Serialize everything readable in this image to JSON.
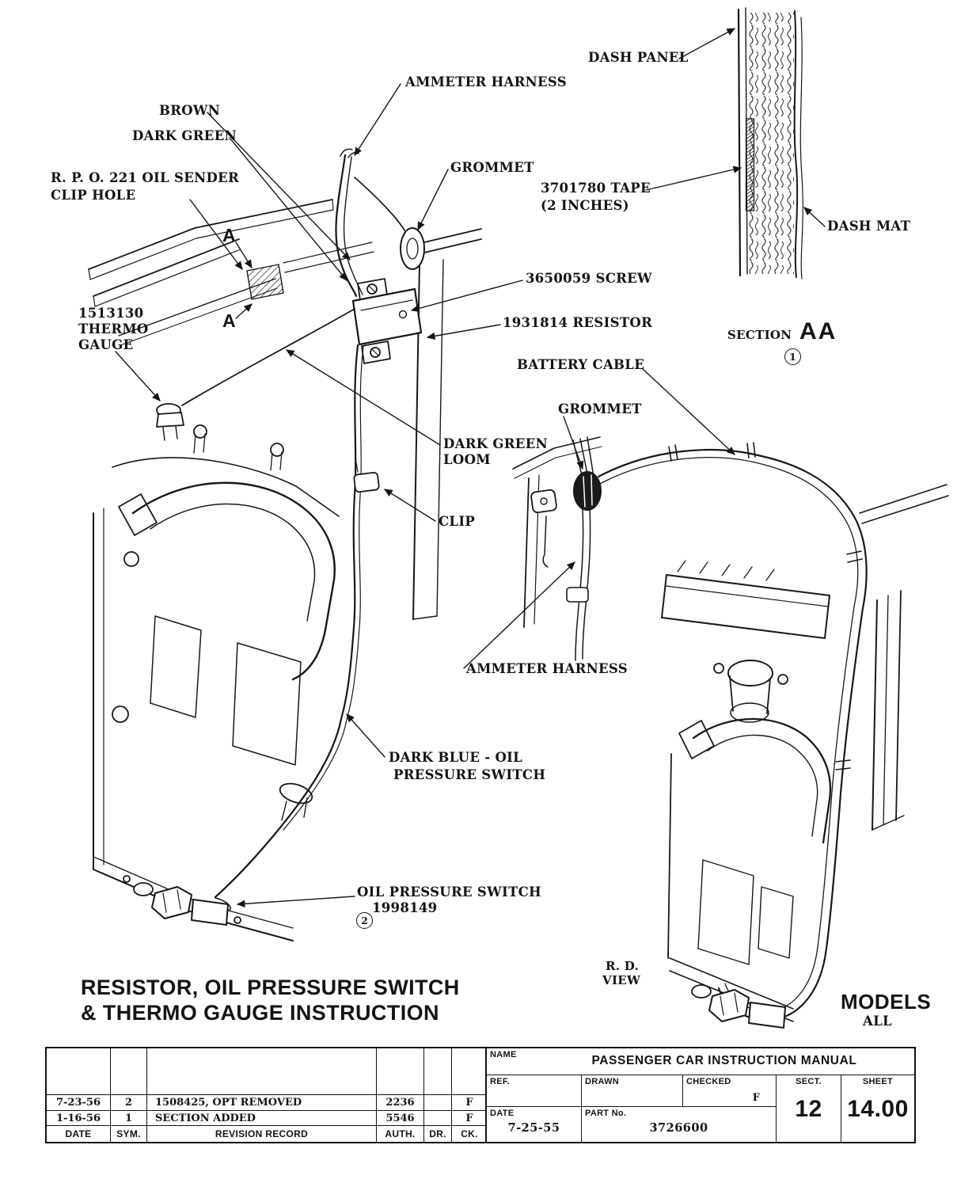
{
  "page": {
    "bg_color": "#ffffff",
    "ink_color": "#141414"
  },
  "drawing_title": {
    "line1": "RESISTOR, OIL PRESSURE SWITCH",
    "line2": "& THERMO GAUGE INSTRUCTION"
  },
  "labels": {
    "dash_panel": "DASH PANEL",
    "ammeter_harness_top": "AMMETER HARNESS",
    "brown": "BROWN",
    "dark_green": "DARK GREEN",
    "grommet_top": "GROMMET",
    "rpo_sender_line1": "R. P. O.  221 OIL SENDER",
    "rpo_sender_line2": "CLIP HOLE",
    "tape_line1": "3701780 TAPE",
    "tape_line2": "(2 INCHES)",
    "dash_mat": "DASH MAT",
    "screw": "3650059 SCREW",
    "resistor": "1931814 RESISTOR",
    "thermo_line1": "1513130",
    "thermo_line2": "THERMO",
    "thermo_line3": "GAUGE",
    "section_label": "SECTION",
    "section_id": "AA",
    "section_callout": "1",
    "battery_cable": "BATTERY CABLE",
    "grommet_right": "GROMMET",
    "loom_line1": "DARK GREEN",
    "loom_line2": "LOOM",
    "clip": "CLIP",
    "ammeter_harness_right": "AMMETER HARNESS",
    "dark_blue_line1": "DARK BLUE - OIL",
    "dark_blue_line2": "PRESSURE SWITCH",
    "oil_switch_line1": "OIL PRESSURE SWITCH",
    "oil_switch_line2": "1998149",
    "oil_switch_callout": "2",
    "section_marker_top": "A",
    "section_marker_bottom": "A",
    "rd_view_line1": "R. D.",
    "rd_view_line2": "VIEW",
    "models_label": "MODELS",
    "models_value": "ALL"
  },
  "title_block": {
    "name_label": "NAME",
    "name_value": "PASSENGER CAR INSTRUCTION MANUAL",
    "ref_label": "REF.",
    "drawn_label": "DRAWN",
    "checked_label": "CHECKED",
    "checked_value": "F",
    "sect_label": "SECT.",
    "sect_value": "12",
    "sheet_label": "SHEET",
    "sheet_value": "14.00",
    "date_label": "DATE",
    "date_value": "7-25-55",
    "part_label": "PART No.",
    "part_value": "3726600"
  },
  "revision_table": {
    "headers": {
      "date": "DATE",
      "sym": "SYM.",
      "record": "REVISION RECORD",
      "auth": "AUTH.",
      "dr": "DR.",
      "ck": "CK."
    },
    "rows": [
      {
        "date": "7-23-56",
        "sym": "2",
        "record": "1508425, OPT REMOVED",
        "auth": "2236",
        "dr": "",
        "ck": "F"
      },
      {
        "date": "1-16-56",
        "sym": "1",
        "record": "SECTION ADDED",
        "auth": "5546",
        "dr": "",
        "ck": "F"
      }
    ]
  }
}
